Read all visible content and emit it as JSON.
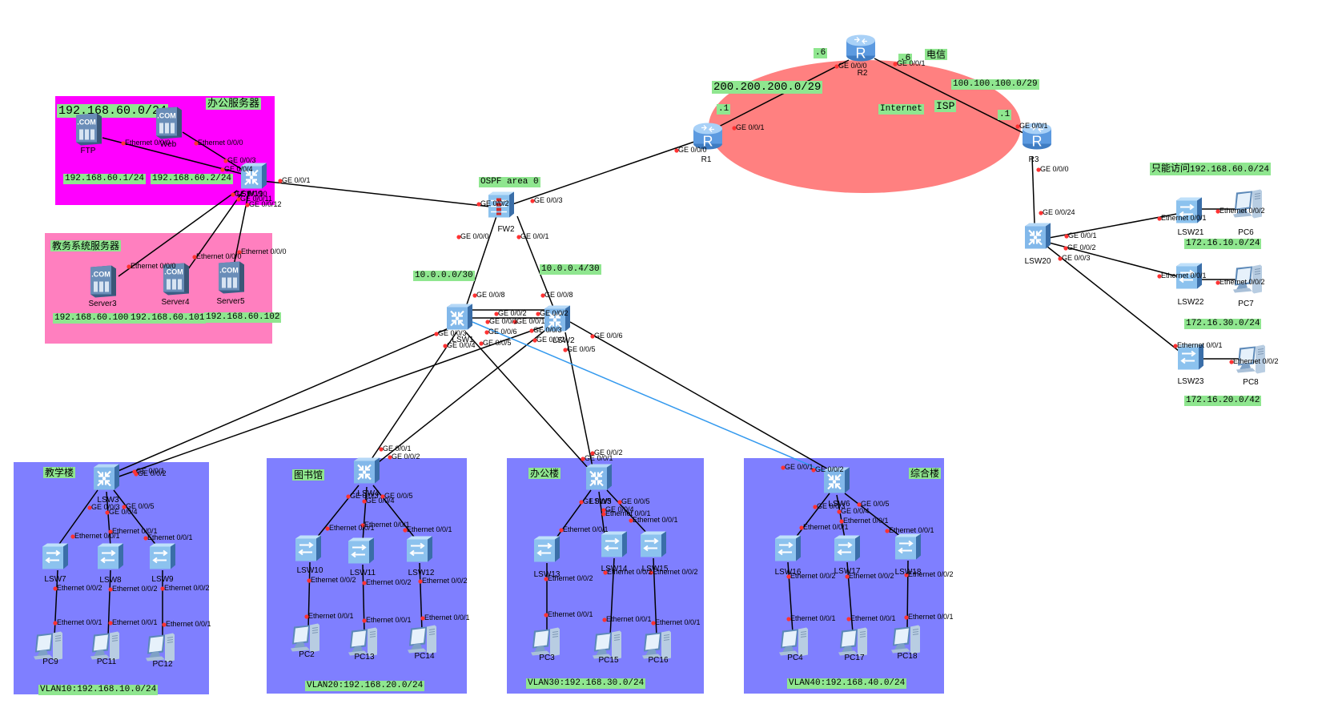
{
  "colors": {
    "office_server_zone": "#ff00ff",
    "edu_server_zone": "#ff7fbf",
    "building_zone": "#7f7fff",
    "internet_cloud": "#ff8080",
    "label_bg": "#8fe68f",
    "link": "#000000",
    "link_highlight": "#3399ee",
    "port_dot": "#ff3333"
  },
  "zones": {
    "office_servers": {
      "title": "办公服务器",
      "subnet": "192.168.60.0/24"
    },
    "edu_servers": {
      "title": "教务系统服务器"
    },
    "internet": {
      "title": "Internet",
      "isp": "ISP",
      "carrier": "电信"
    },
    "teaching": {
      "title": "教学楼",
      "vlan": "VLAN10:192.168.10.0/24"
    },
    "library": {
      "title": "图书馆",
      "vlan": "VLAN20:192.168.20.0/24"
    },
    "office": {
      "title": "办公楼",
      "vlan": "VLAN30:192.168.30.0/24"
    },
    "complex": {
      "title": "综合楼",
      "vlan": "VLAN40:192.168.40.0/24"
    }
  },
  "labels": {
    "ftp_ip": "192.168.60.1/24",
    "web_ip": "192.168.60.2/24",
    "server3_ip": "192.168.60.100",
    "server4_ip": "192.168.60.101",
    "server5_ip": "192.168.60.102",
    "ospf": "OSPF area 0",
    "net_fw_lsw1": "10.0.0.0/30",
    "net_fw_lsw2": "10.0.0.4/30",
    "net_r1_r2": "200.200.200.0/29",
    "net_r2_r3": "100.100.100.0/29",
    "r1_host": ".1",
    "r2_left_host": ".6",
    "r2_right_host": ".6",
    "r3_host": ".1",
    "access_only": "只能访问",
    "access_only_net": "192.168.60.0/24",
    "net_lsw21": "172.16.10.0/24",
    "net_lsw22": "172.16.30.0/24",
    "net_lsw23": "172.16.20.0/42"
  },
  "devices": {
    "ftp": "FTP",
    "web": "Web",
    "server3": "Server3",
    "server4": "Server4",
    "server5": "Server5",
    "lsw_srv": "LSW19",
    "fw2": "FW2",
    "r1": "R1",
    "r2": "R2",
    "r3": "R3",
    "lsw1": "LSW1",
    "lsw2": "LSW2",
    "lsw20": "LSW20",
    "lsw21": "LSW21",
    "lsw22": "LSW22",
    "lsw23": "LSW23",
    "pc6": "PC6",
    "pc7": "PC7",
    "pc8": "PC8",
    "lsw3": "LSW3",
    "lsw4": "LSW4",
    "lsw5": "LSW5",
    "lsw6": "LSW6",
    "lsw7": "LSW7",
    "lsw8": "LSW8",
    "lsw9": "LSW9",
    "lsw10": "LSW10",
    "lsw11": "LSW11",
    "lsw12": "LSW12",
    "lsw13": "LSW13",
    "lsw14": "LSW14",
    "lsw15": "LSW15",
    "lsw16": "LSW16",
    "lsw17": "LSW17",
    "lsw18": "LSW18",
    "pc9": "PC9",
    "pc11": "PC11",
    "pc12": "PC12",
    "pc2": "PC2",
    "pc13": "PC13",
    "pc14": "PC14",
    "pc3": "PC3",
    "pc15": "PC15",
    "pc16": "PC16",
    "pc4": "PC4",
    "pc17": "PC17",
    "pc18": "PC18"
  },
  "ports": {
    "eth000": "Ethernet 0/0/0",
    "eth001": "Ethernet 0/0/1",
    "eth002": "Ethernet 0/0/2",
    "ge000": "GE 0/0/0",
    "ge001": "GE 0/0/1",
    "ge002": "GE 0/0/2",
    "ge003": "GE 0/0/3",
    "ge004": "GE 0/0/4",
    "ge005": "GE 0/0/5",
    "ge006": "GE 0/0/6",
    "ge008": "GE 0/0/8",
    "ge0010": "GE 0/0/10",
    "ge0011": "GE 0/0/11",
    "ge0012": "GE 0/0/12",
    "ge0024": "GE 0/0/24"
  }
}
